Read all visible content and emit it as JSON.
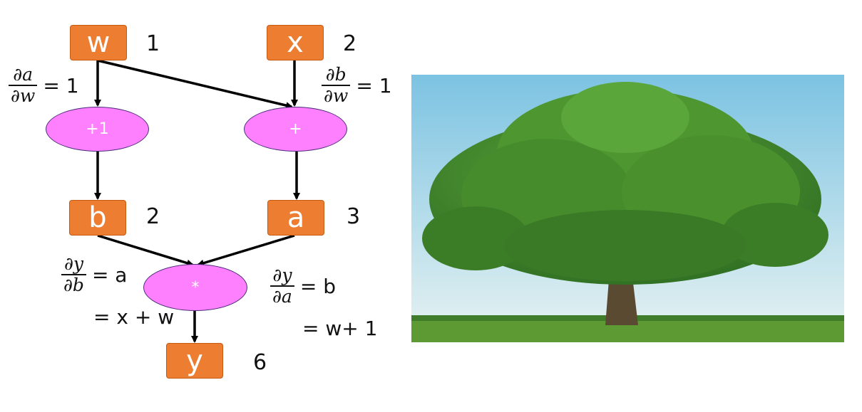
{
  "nodes": {
    "w": {
      "label": "w",
      "value": "1"
    },
    "x": {
      "label": "x",
      "value": "2"
    },
    "b": {
      "label": "b",
      "value": "2"
    },
    "a": {
      "label": "a",
      "value": "3"
    },
    "y": {
      "label": "y",
      "value": "6"
    }
  },
  "ops": {
    "plus_one": "+1",
    "plus": "+",
    "mul": "*"
  },
  "grads": {
    "da_dw": {
      "num": "∂a",
      "den": "∂w",
      "rhs": "= 1"
    },
    "db_dw": {
      "num": "∂b",
      "den": "∂w",
      "rhs": "= 1"
    },
    "dy_db": {
      "num": "∂y",
      "den": "∂b",
      "rhs": "= a",
      "rhs2": "= x + w"
    },
    "dy_da": {
      "num": "∂y",
      "den": "∂a",
      "rhs": "= b",
      "rhs2": "= w+ 1"
    }
  },
  "image": {
    "subject": "tree-photo"
  },
  "colors": {
    "node": "#ED7D31",
    "op": "#FF80FF",
    "edge": "#000000"
  }
}
